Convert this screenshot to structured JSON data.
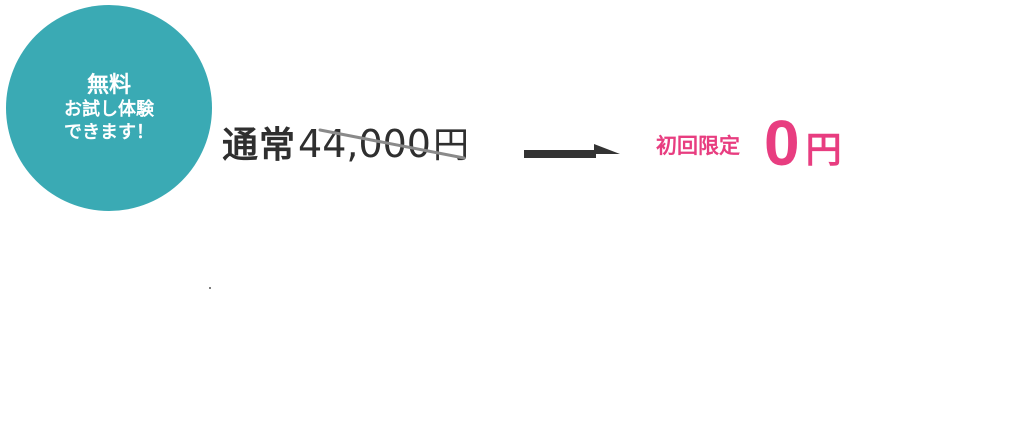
{
  "badge": {
    "line1": "無料",
    "line2": "お試し体験",
    "line3": "できます！",
    "color": "#3aaab4"
  },
  "regular": {
    "label": "通常",
    "price": "44,000",
    "currency": "円",
    "text_color": "#2f2f2f",
    "strike_color": "#8a8a8a"
  },
  "arrow": {
    "icon": "arrow-right-icon",
    "color": "#333333"
  },
  "limited": {
    "label": "初回限定",
    "price": "0",
    "currency": "円",
    "color": "#e83d80"
  }
}
